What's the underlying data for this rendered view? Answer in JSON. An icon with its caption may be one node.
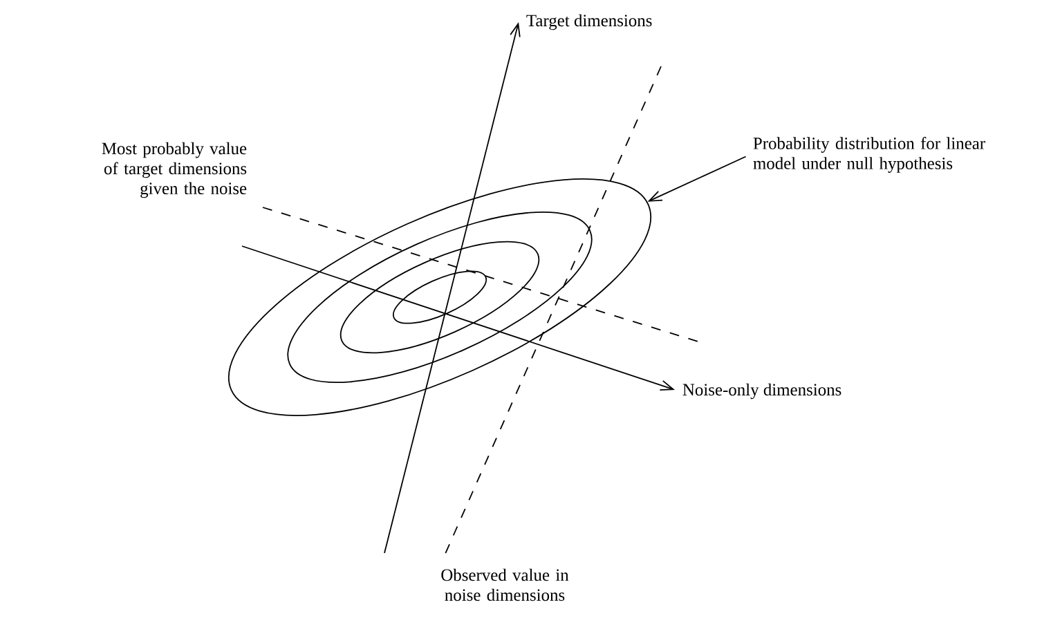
{
  "diagram": {
    "nodes": [
      {
        "text": [],
        "shape": "ellipse"
      },
      {
        "text": [
          "Probability distribution for linear model under null hypothesis"
        ]
      }
    ],
    "edges": [
      {
        "from": 1,
        "to": 0,
        "arrow": "to"
      }
    ],
    "labels": [
      "Target dimensions",
      "Most probably value of target dimensions given the noise",
      "Noise-only dimensions",
      "Observed value in noise dimensions"
    ]
  }
}
